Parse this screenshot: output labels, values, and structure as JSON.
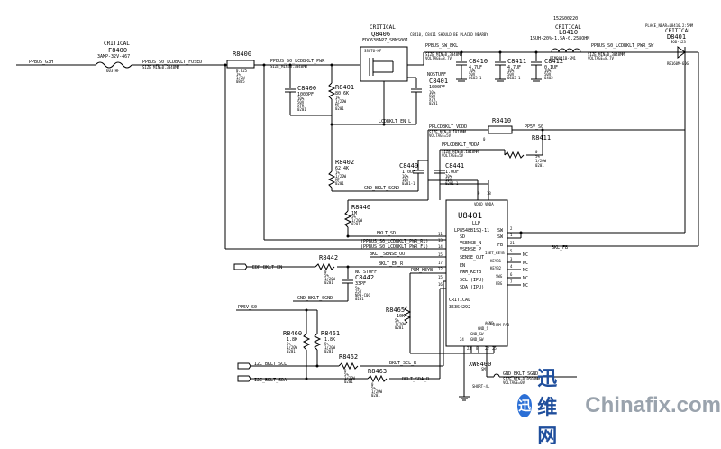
{
  "title_note": "152S00220",
  "top_note": "C8410, C8411 SHOULD BE PLACED NEARBY",
  "page_note": "PLACE_NEAR=L8410.2:5MM",
  "nets": {
    "ppbus_g3h": "PPBUS_G3H",
    "ppbus_fused": "PPBUS_S0_LCDBKLT_FUSED",
    "ppbus_pwr": "PPBUS_S0_LCDBKLT_PWR",
    "ppbus_pwr_right": "PPBUS_S0_LCDBKLT_PWR_SW",
    "ppbus_sw_bkl": "PPBUS_SW_BKL",
    "lcdbklt_en_l": "LCDBKLT_EN_L",
    "pplcdbklt_vddd": "PPLCDBKLT_VDDD",
    "pplcdbklt_vdda": "PPLCDBKLT_VDDA",
    "pp5v_s0": "PP5V_S0",
    "gnd_bklt_sgnd": "GND_BKLT_SGND",
    "bklt_sd": "BKLT_SD",
    "pwr_r1": "(PPBUS_S0_LCDBKLT_PWR_R1)",
    "pwr_f1": "(PPBUS_S0_LCDBKLT_PWR_F1)",
    "bklt_sense_out": "BKLT_SENSE_OUT",
    "bklt_en_r": "BKLT_EN_R",
    "pwm_keyb": "PWM_KEYB",
    "bkl_fb": "BKL_FB",
    "edp_bklt_en": "EDP_BKLT_EN",
    "bklt_scl_r": "BKLT_SCL_R",
    "bklt_sda_r": "BKLT_SDA_R",
    "i2c_bklt_scl": "I2C_BKLT_SCL",
    "i2c_bklt_sda": "I2C_BKLT_SDA",
    "pp5v_s0_left": "PP5V_S0",
    "gnd_bklt_sgnd_left": "GND_BKLT_SGND",
    "gnd_bklt_sgnd_bottom": "GND_BKLT_SGND",
    "nostuff": "NOSTUFF",
    "no_stuff": "NO STUFF"
  },
  "components": {
    "f8400": {
      "critical": "CRITICAL",
      "ref": "F8400",
      "val": "3AMP-32V-467",
      "pkg": "603-HF"
    },
    "r8400": {
      "ref": "R8400",
      "val": "0.025",
      "tol": "1%",
      "pwr": "1/2W",
      "pkg": "0805"
    },
    "q8406": {
      "critical": "CRITICAL",
      "ref": "Q8406",
      "val": "FDC638APZ_SBMS001",
      "pkg": "SSOT6-HF"
    },
    "c8400": {
      "ref": "C8400",
      "val": "1000PF",
      "tol": "10%",
      "volt": "50V",
      "type": "X7R",
      "pkg": "0201"
    },
    "r8401": {
      "ref": "R8401",
      "val": "80.6K",
      "tol": "1%",
      "pwr": "1/20W",
      "type": "MF",
      "pkg": "0201"
    },
    "c8401": {
      "ref": "C8401",
      "val": "1000PF",
      "tol": "10%",
      "volt": "50V",
      "type": "X7R",
      "pkg": "0201"
    },
    "c8410": {
      "ref": "C8410",
      "val": "4.7UF",
      "tol": "10%",
      "volt": "50V",
      "type": "X5R",
      "pkg": "0603-1"
    },
    "c8411": {
      "ref": "C8411",
      "val": "4.7UF",
      "tol": "10%",
      "volt": "50V",
      "type": "X5R",
      "pkg": "0603-1"
    },
    "c8412": {
      "ref": "C8412",
      "val": "0.1UF",
      "tol": "10%",
      "volt": "50V",
      "type": "X7R",
      "pkg": "0402"
    },
    "l8410": {
      "critical": "CRITICAL",
      "ref": "L8410",
      "val": "15UH-20%-1.5A-0.258OHM",
      "pkg": "PIMB041B-SM1"
    },
    "d8401": {
      "critical": "CRITICAL",
      "ref": "D8401",
      "val": "SOD-123",
      "pkg": "RB160M-60G"
    },
    "r8410": {
      "ref": "R8410",
      "val": "0",
      "tol": "5%",
      "pwr": "1/20W",
      "pkg": "0201"
    },
    "r8411": {
      "ref": "R8411",
      "val": "0",
      "tol": "5%",
      "pwr": "1/20W",
      "pkg": "0201"
    },
    "r8402": {
      "ref": "R8402",
      "val": "62.4K",
      "tol": "1%",
      "pwr": "1/20W",
      "type": "MF",
      "pkg": "0201"
    },
    "c8440": {
      "ref": "C8440",
      "val": "1.0UF",
      "tol": "10%",
      "volt": "10V",
      "type": "X5R",
      "pkg": "0201-1"
    },
    "c8441": {
      "ref": "C8441",
      "val": "1.0UF",
      "tol": "10%",
      "volt": "10V",
      "type": "X5R",
      "pkg": "0201-1"
    },
    "r8440": {
      "ref": "R8440",
      "val": "1M",
      "tol": "5%",
      "pwr": "1/20W",
      "pkg": "0201"
    },
    "r8442": {
      "ref": "R8442",
      "val": "0",
      "tol": "5%",
      "pwr": "1/20W",
      "pkg": "0201"
    },
    "c8442": {
      "ref": "C8442",
      "val": "33PF",
      "tol": "5%",
      "volt": "25V",
      "type": "NP0-C0G",
      "pkg": "0201"
    },
    "r8465": {
      "ref": "R8465",
      "val": "10K",
      "tol": "5%",
      "pwr": "1/20W",
      "pkg": "0201"
    },
    "r8460": {
      "ref": "R8460",
      "val": "1.8K",
      "tol": "5%",
      "pwr": "1/20W",
      "pkg": "0201"
    },
    "r8461": {
      "ref": "R8461",
      "val": "1.8K",
      "tol": "5%",
      "pwr": "1/20W",
      "pkg": "0201"
    },
    "r8462": {
      "ref": "R8462",
      "val": "0",
      "tol": "5%",
      "pwr": "1/20W",
      "pkg": "0201"
    },
    "r8463": {
      "ref": "R8463",
      "val": "0",
      "tol": "5%",
      "pwr": "1/20W",
      "pkg": "0201"
    },
    "xw8400": {
      "ref": "XW8400",
      "val": "SM",
      "pkg": "SHORT-4L"
    },
    "u8401": {
      "ref": "U8401",
      "pkg": "LLP",
      "val": "LP8548B1SQ-11",
      "critical": "CRITICAL",
      "pn": "353S4292",
      "top_pins": [
        "VDDD",
        "VDDA"
      ],
      "top_pin_nums": [
        "9",
        "18"
      ],
      "left_pins": [
        "SD",
        "VSENSE_N",
        "VSENSE_P",
        "SENSE_OUT",
        "EN",
        "PWM_KEYB",
        "SCL (IPU)",
        "SDA (IPU)"
      ],
      "left_pin_nums": [
        "11",
        "13",
        "14",
        "15",
        "17",
        "12",
        "15",
        "16"
      ],
      "right_pins": [
        "SW",
        "SW",
        "FB",
        "ISET_KEYB",
        "KEYB1",
        "KEYB2",
        "SWG",
        "FBG"
      ],
      "right_pin_nums": [
        "2",
        "1",
        "21",
        "5",
        "3",
        "4",
        "6",
        "7"
      ],
      "nc_label": "NC",
      "bottom_pins": [
        "GND_SW",
        "GND_SW",
        "GND_S",
        "AGND",
        "THRM PAD"
      ],
      "bottom_pin_nums": [
        "24",
        "23",
        "8",
        "22",
        "25"
      ]
    }
  },
  "watermark": {
    "logo_char": "迅",
    "cn": "迅维网",
    "en": "Chinafix.com"
  }
}
